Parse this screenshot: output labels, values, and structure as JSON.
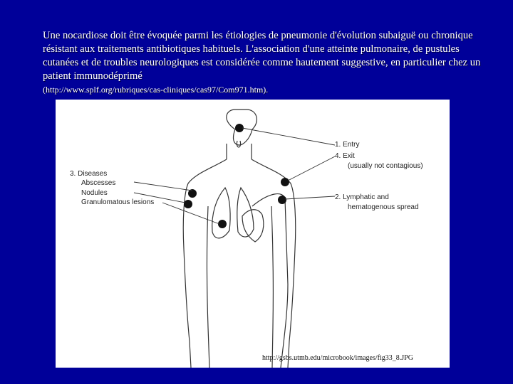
{
  "caption": {
    "text": "Une nocardiose doit être évoquée parmi les étiologies de pneumonie d'évolution subaiguë ou chronique résistant aux traitements antibiotiques habituels. L'association d'une atteinte pulmonaire, de pustules cutanées et de troubles neurologiques est considérée comme hautement suggestive, en particulier chez un patient immunodéprimé",
    "source": "(http://www.splf.org/rubriques/cas-cliniques/cas97/Com971.htm)."
  },
  "figure": {
    "entry": "1. Entry",
    "exit": "4. Exit",
    "exit_note": "(usually not contagious)",
    "diseases": "3. Diseases",
    "abscesses": "Abscesses",
    "nodules": "Nodules",
    "granulomatous": "Granulomatous lesions",
    "lymphatic": "2. Lymphatic and",
    "lymphatic_cont": "hematogenous spread",
    "credit": "http://gsbs.utmb.edu/microbook/images/fig33_8.JPG"
  }
}
